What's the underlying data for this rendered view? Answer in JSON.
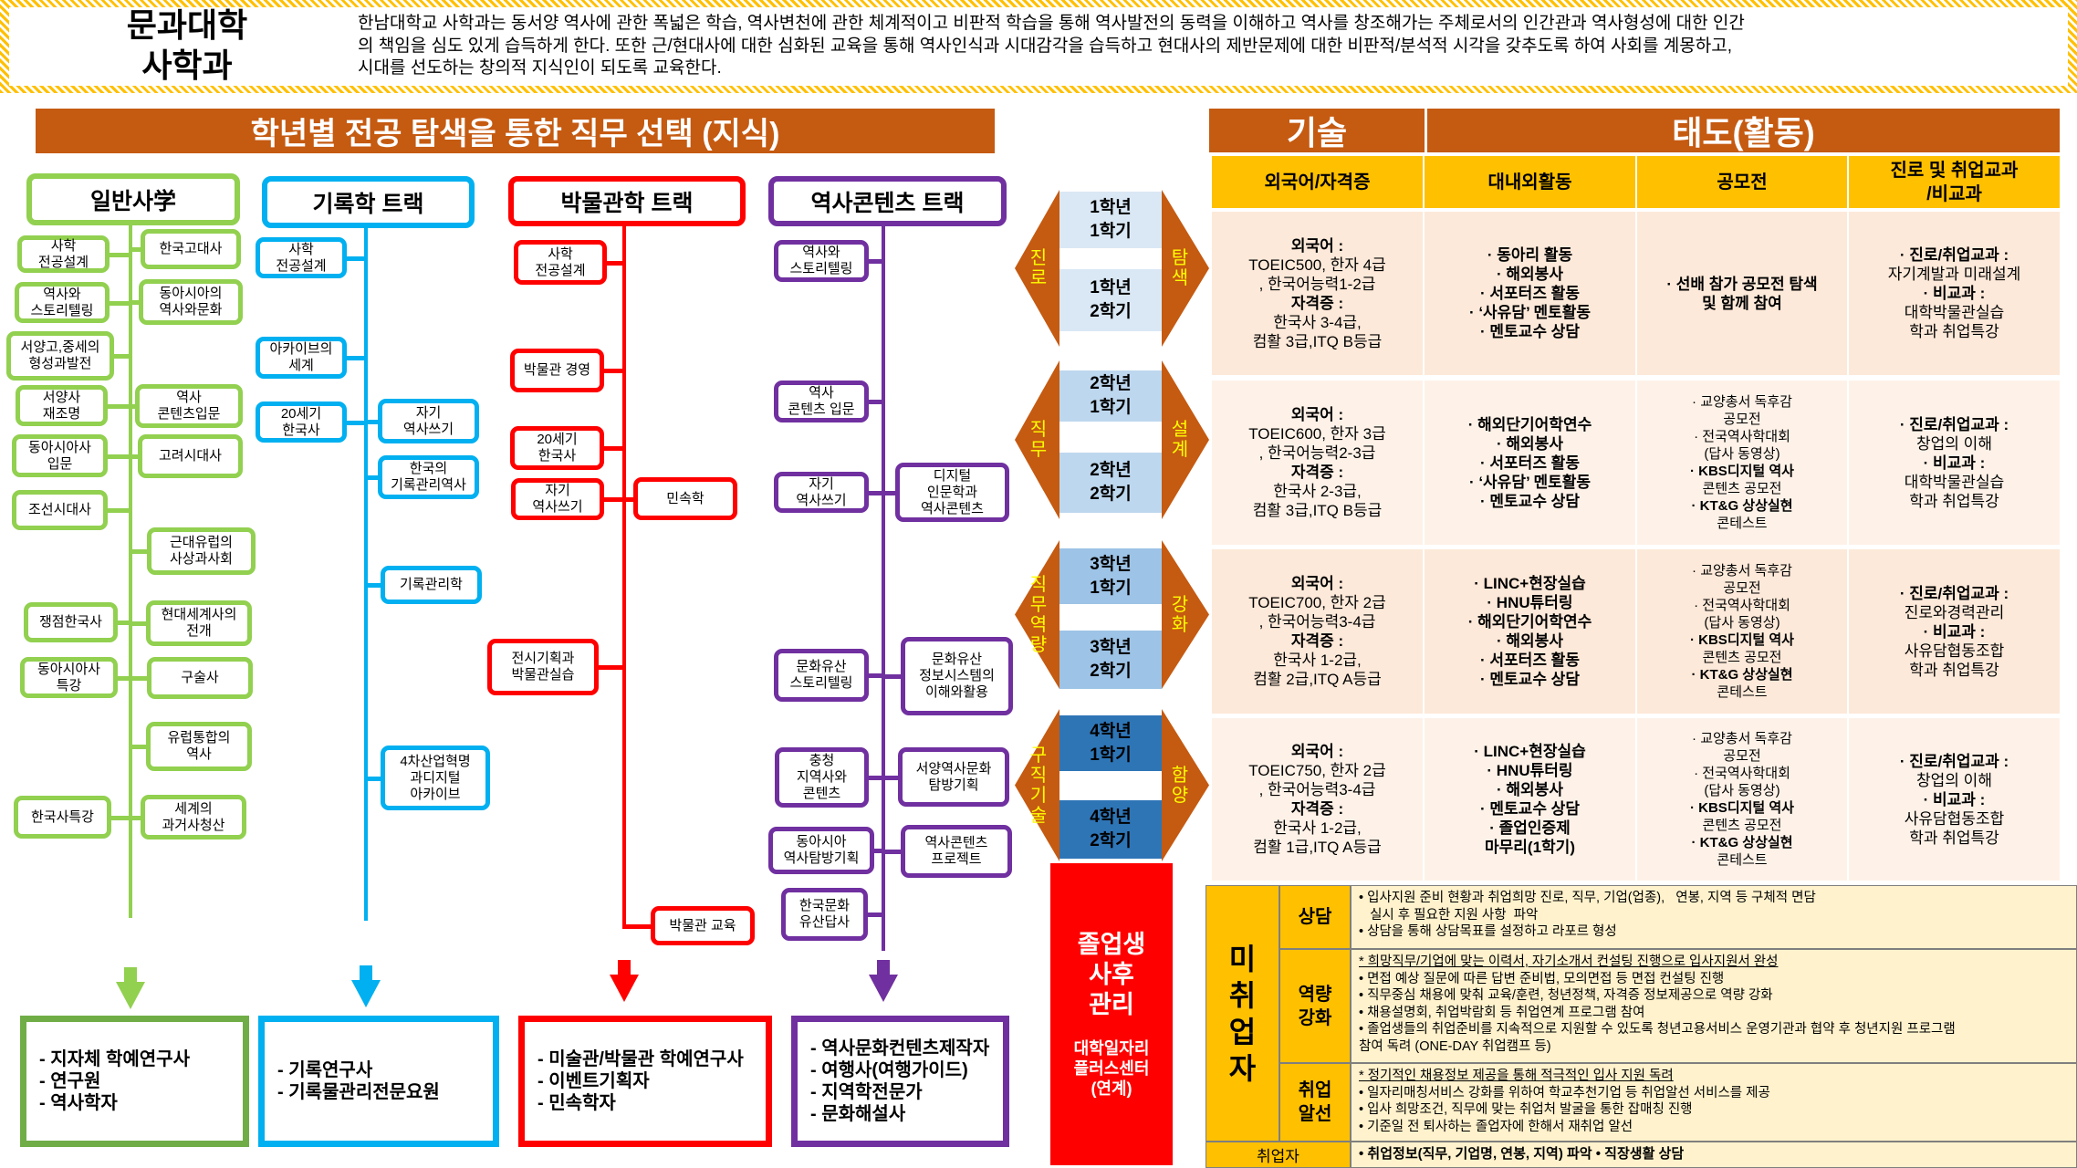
{
  "header": {
    "title": "문과대학\n사학과",
    "description_lines": [
      "한남대학교 사학과는 동서양 역사에 관한 폭넓은 학습, 역사변천에 관한 체계적이고 비판적 학습을 통해 역사발전의 동력을 이해하고 역사를 창조해가는 주체로서의 인간관과 역사형성에 대한 인간",
      "의 책임을 심도 있게 습득하게 한다.  또한 근/현대사에 대한 심화된 교육을 통해 역사인식과 시대감각을  습득하고 현대사의 제반문제에 대한 비판적/분석적 시각을 갖추도록 하여 사회를 계몽하고,",
      "시대를 선도하는 창의적 지식인이 되도록 교육한다."
    ]
  },
  "section_title": "학년별 전공 탐색을 통한 직무 선택 (지식)",
  "colors": {
    "green": "#92d050",
    "green_dark": "#70ad47",
    "blue": "#00b0f0",
    "red": "#ff0000",
    "purple": "#7030a0",
    "orange": "#c55a11",
    "yellow": "#ffc000"
  },
  "tracks": [
    {
      "name": "일반사学",
      "courses": [
        "사학\n전공설계",
        "한국고대사",
        "역사와\n스토리텔링",
        "동아시아의\n역사와문화",
        "서양고,중세의\n형성과발전",
        "서양사\n재조명",
        "역사\n콘텐츠입문",
        "동아시아사\n입문",
        "고려시대사",
        "조선시대사",
        "근대유럽의\n사상과사회",
        "쟁점한국사",
        "현대세계사의\n전개",
        "동아시아사\n특강",
        "구술사",
        "유럽통합의\n역사",
        "한국사특강",
        "세계의\n과거사청산"
      ],
      "jobs": [
        "- 지자체 학예연구사",
        "- 연구원",
        "- 역사학자"
      ]
    },
    {
      "name": "기록학 트랙",
      "courses": [
        "사학\n전공설계",
        "아카이브의\n세계",
        "20세기\n한국사",
        "자기\n역사쓰기",
        "한국의\n기록관리역사",
        "기록관리학",
        "4차산업혁명\n과디지털\n아카이브"
      ],
      "jobs": [
        "- 기록연구사",
        "- 기록물관리전문요원"
      ]
    },
    {
      "name": "박물관학 트랙",
      "courses": [
        "사학\n전공설계",
        "박물관 경영",
        "20세기\n한국사",
        "자기\n역사쓰기",
        "민속학",
        "전시기획과\n박물관실습",
        "박물관 교육"
      ],
      "jobs": [
        "- 미술관/박물관 학예연구사",
        "- 이벤트기획자",
        "- 민속학자"
      ]
    },
    {
      "name": "역사콘텐츠 트랙",
      "courses": [
        "역사와\n스토리텔링",
        "역사\n콘텐츠 입문",
        "자기\n역사쓰기",
        "디지털\n인문학과\n역사콘텐츠",
        "문화유산\n스토리텔링",
        "문화유산\n정보시스템의\n이해와활용",
        "충청\n지역사와\n콘텐츠",
        "서양역사문화\n탐방기획",
        "동아시아\n역사탐방기획",
        "역사콘텐츠\n프로젝트",
        "한국문화\n유산답사"
      ],
      "jobs": [
        "- 역사문화컨텐츠제작자",
        "- 여행사(여행가이드)",
        "- 지역학전문가",
        "- 문화해설사"
      ]
    }
  ],
  "stages": [
    {
      "left": "진\n로",
      "right": "탐\n색",
      "semesters": [
        "1학년\n1학기",
        "1학년\n2학기"
      ]
    },
    {
      "left": "직\n무",
      "right": "설\n계",
      "semesters": [
        "2학년\n1학기",
        "2학년\n2학기"
      ]
    },
    {
      "left": "직\n무\n역\n량",
      "right": "강\n화",
      "semesters": [
        "3학년\n1학기",
        "3학년\n2학기"
      ]
    },
    {
      "left": "구\n직\n기\n술",
      "right": "함\n양",
      "semesters": [
        "4학년\n1학기",
        "4학년\n2학기"
      ]
    }
  ],
  "table": {
    "skill_header": "기술",
    "attitude_header": "태도(활동)",
    "columns": [
      "외국어/자격증",
      "대내외활동",
      "공모전",
      "진로 및 취업교과\n/비교과"
    ],
    "rows": [
      {
        "cells": [
          [
            {
              "text": "외국어 :",
              "bold": true
            },
            {
              "text": "TOEIC500, 한자 4급"
            },
            {
              "text": ", 한국어능력1-2급"
            },
            {
              "text": "자격증 :",
              "bold": true
            },
            {
              "text": "한국사 3-4급,"
            },
            {
              "text": "컴활 3급,ITQ B등급"
            }
          ],
          [
            {
              "text": "· 동아리 활동",
              "bold": true
            },
            {
              "text": "· 해외봉사",
              "bold": true
            },
            {
              "text": "· 서포터즈 활동",
              "bold": true
            },
            {
              "text": "· ‘사유담’ 멘토활동",
              "bold": true
            },
            {
              "text": "· 멘토교수 상담",
              "bold": true
            }
          ],
          [
            {
              "text": "· 선배 참가 공모전 탐색",
              "bold": true
            },
            {
              "text": "및 함께 참여",
              "bold": true
            }
          ],
          [
            {
              "text": "· 진로/취업교과 :",
              "bold": true
            },
            {
              "text": "자기계발과 미래설계"
            },
            {
              "text": "· 비교과 :",
              "bold": true
            },
            {
              "text": "대학박물관실습"
            },
            {
              "text": "학과 취업특강"
            }
          ]
        ]
      },
      {
        "cells": [
          [
            {
              "text": "외국어 :",
              "bold": true
            },
            {
              "text": "TOEIC600, 한자 3급"
            },
            {
              "text": ", 한국어능력2-3급"
            },
            {
              "text": "자격증 :",
              "bold": true
            },
            {
              "text": "한국사 2-3급,"
            },
            {
              "text": "컴활 3급,ITQ B등급"
            }
          ],
          [
            {
              "text": "· 해외단기어학연수",
              "bold": true
            },
            {
              "text": "· 해외봉사",
              "bold": true
            },
            {
              "text": "· 서포터즈 활동",
              "bold": true
            },
            {
              "text": "· ‘사유담’ 멘토활동",
              "bold": true
            },
            {
              "text": "· 멘토교수 상담",
              "bold": true
            }
          ],
          [
            {
              "text": "· 교양총서 독후감"
            },
            {
              "text": "공모전"
            },
            {
              "text": "· 전국역사학대회"
            },
            {
              "text": "(답사 동영상)"
            },
            {
              "text": "· KBS디지털 역사",
              "bold": true
            },
            {
              "text": "콘텐츠 공모전"
            },
            {
              "text": "· KT&G 상상실현",
              "bold": true
            },
            {
              "text": "콘테스트"
            }
          ],
          [
            {
              "text": "· 진로/취업교과 :",
              "bold": true
            },
            {
              "text": "창업의 이해"
            },
            {
              "text": "· 비교과 :",
              "bold": true
            },
            {
              "text": "대학박물관실습"
            },
            {
              "text": "학과 취업특강"
            }
          ]
        ]
      },
      {
        "cells": [
          [
            {
              "text": "외국어 :",
              "bold": true
            },
            {
              "text": "TOEIC700, 한자 2급"
            },
            {
              "text": ", 한국어능력3-4급"
            },
            {
              "text": "자격증 :",
              "bold": true
            },
            {
              "text": "한국사 1-2급,"
            },
            {
              "text": "컴활 2급,ITQ A등급"
            }
          ],
          [
            {
              "text": "· LINC+현장실습",
              "bold": true
            },
            {
              "text": "· HNU튜터링",
              "bold": true
            },
            {
              "text": "· 해외단기어학연수",
              "bold": true
            },
            {
              "text": "· 해외봉사",
              "bold": true
            },
            {
              "text": "· 서포터즈 활동",
              "bold": true
            },
            {
              "text": "· 멘토교수 상담",
              "bold": true
            }
          ],
          [
            {
              "text": "· 교양총서 독후감"
            },
            {
              "text": "공모전"
            },
            {
              "text": "· 전국역사학대회"
            },
            {
              "text": "(답사 동영상)"
            },
            {
              "text": "· KBS디지털 역사",
              "bold": true
            },
            {
              "text": "콘텐츠 공모전"
            },
            {
              "text": "· KT&G 상상실현",
              "bold": true
            },
            {
              "text": "콘테스트"
            }
          ],
          [
            {
              "text": "· 진로/취업교과 :",
              "bold": true
            },
            {
              "text": "진로와경력관리"
            },
            {
              "text": "· 비교과 :",
              "bold": true
            },
            {
              "text": "사유담협동조합"
            },
            {
              "text": "학과 취업특강"
            }
          ]
        ]
      },
      {
        "cells": [
          [
            {
              "text": "외국어 :",
              "bold": true
            },
            {
              "text": "TOEIC750, 한자 2급"
            },
            {
              "text": ", 한국어능력3-4급"
            },
            {
              "text": "자격증 :",
              "bold": true
            },
            {
              "text": "한국사 1-2급,"
            },
            {
              "text": "컴활 1급,ITQ A등급"
            }
          ],
          [
            {
              "text": "· LINC+현장실습",
              "bold": true
            },
            {
              "text": "· HNU튜터링",
              "bold": true
            },
            {
              "text": "· 해외봉사",
              "bold": true
            },
            {
              "text": "· 멘토교수 상담",
              "bold": true
            },
            {
              "text": "· 졸업인증제",
              "bold": true
            },
            {
              "text": "마무리(1학기)",
              "bold": true
            }
          ],
          [
            {
              "text": "· 교양총서 독후감"
            },
            {
              "text": "공모전"
            },
            {
              "text": "· 전국역사학대회"
            },
            {
              "text": "(답사 동영상)"
            },
            {
              "text": "· KBS디지털 역사",
              "bold": true
            },
            {
              "text": "콘텐츠 공모전"
            },
            {
              "text": "· KT&G 상상실현",
              "bold": true
            },
            {
              "text": "콘테스트"
            }
          ],
          [
            {
              "text": "· 진로/취업교과 :",
              "bold": true
            },
            {
              "text": "창업의 이해"
            },
            {
              "text": "· 비교과 :",
              "bold": true
            },
            {
              "text": "사유담협동조합"
            },
            {
              "text": "학과 취업특강"
            }
          ]
        ]
      }
    ]
  },
  "graduate": {
    "title": "졸업생\n사후\n관리",
    "subtitle": "대학일자리\n플러스센터\n(연계)",
    "unemployed_label": "미\n취\n업\n자",
    "sections": [
      {
        "label": "상담",
        "lines": [
          {
            "text": "• 입사지원 준비 현황과 취업희망 진로, 직무, 기업(업종),   연봉, 지역 등 구체적 면담"
          },
          {
            "text": "   실시 후 필요한 지원 사항  파악"
          },
          {
            "text": "• 상담을 통해 상담목표를 설정하고 라포르 형성"
          }
        ]
      },
      {
        "label": "역량\n강화",
        "lines": [
          {
            "text": "* 희망직무/기업에 맞는 이력서, 자기소개서 컨설팅 진행으로 입사지원서 완성",
            "underline": true
          },
          {
            "text": "• 면접 예상 질문에 따른 답변 준비법, 모의면접 등 면접 컨설팅 진행"
          },
          {
            "text": "• 직무중심 채용에 맞춰 교육/훈련, 청년정책, 자격증 정보제공으로 역량 강화"
          },
          {
            "text": "• 채용설명회, 취업박람회 등 취업연계 프로그램 참여"
          },
          {
            "text": "• 졸업생들의 취업준비를 지속적으로 지원할 수 있도록 청년고용서비스 운영기관과 협약 후 청년지원 프로그램"
          },
          {
            "text": "참여 독려 (ONE-DAY 취업캠프 등)"
          }
        ]
      },
      {
        "label": "취업\n알선",
        "lines": [
          {
            "text": "* 정기적인 채용정보 제공을 통해 적극적인 입사 지원 독려",
            "underline": true
          },
          {
            "text": "• 일자리매칭서비스 강화를 위하여 학교추천기업 등 취업알선 서비스를 제공"
          },
          {
            "text": "• 입사 희망조건, 직무에 맞는 취업처 발굴을 통한 잡매칭 진행"
          },
          {
            "text": "• 기준일 전 퇴사하는 졸업자에 한해서 재취업 알선"
          }
        ]
      }
    ],
    "employed_label": "취업자",
    "employed_text": "• 취업정보(직무, 기업명, 연봉, 지역) 파악  • 직장생활 상담"
  }
}
